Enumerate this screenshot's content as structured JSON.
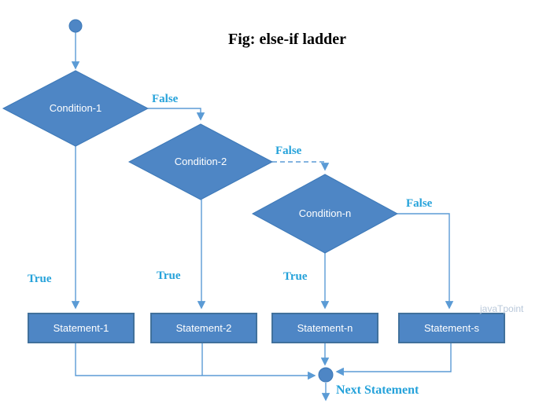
{
  "title": "Fig: else-if ladder",
  "watermark": "javaTpoint",
  "colors": {
    "shape_fill": "#4e86c5",
    "box_border": "#41719c",
    "connector": "#5b9bd5",
    "branch_label_text": "#25a2da",
    "node_text": "#ffffff",
    "title_text": "#000000",
    "watermark_text": "#b9c8da",
    "background": "#ffffff"
  },
  "nodes": {
    "condition_1": "Condition-1",
    "condition_2": "Condition-2",
    "condition_n": "Condition-n",
    "statement_1": "Statement-1",
    "statement_2": "Statement-2",
    "statement_n": "Statement-n",
    "statement_s": "Statement-s"
  },
  "labels": {
    "false_1": "False",
    "false_2": "False",
    "false_3": "False",
    "true_1": "True",
    "true_2": "True",
    "true_3": "True",
    "next_statement": "Next Statement"
  }
}
